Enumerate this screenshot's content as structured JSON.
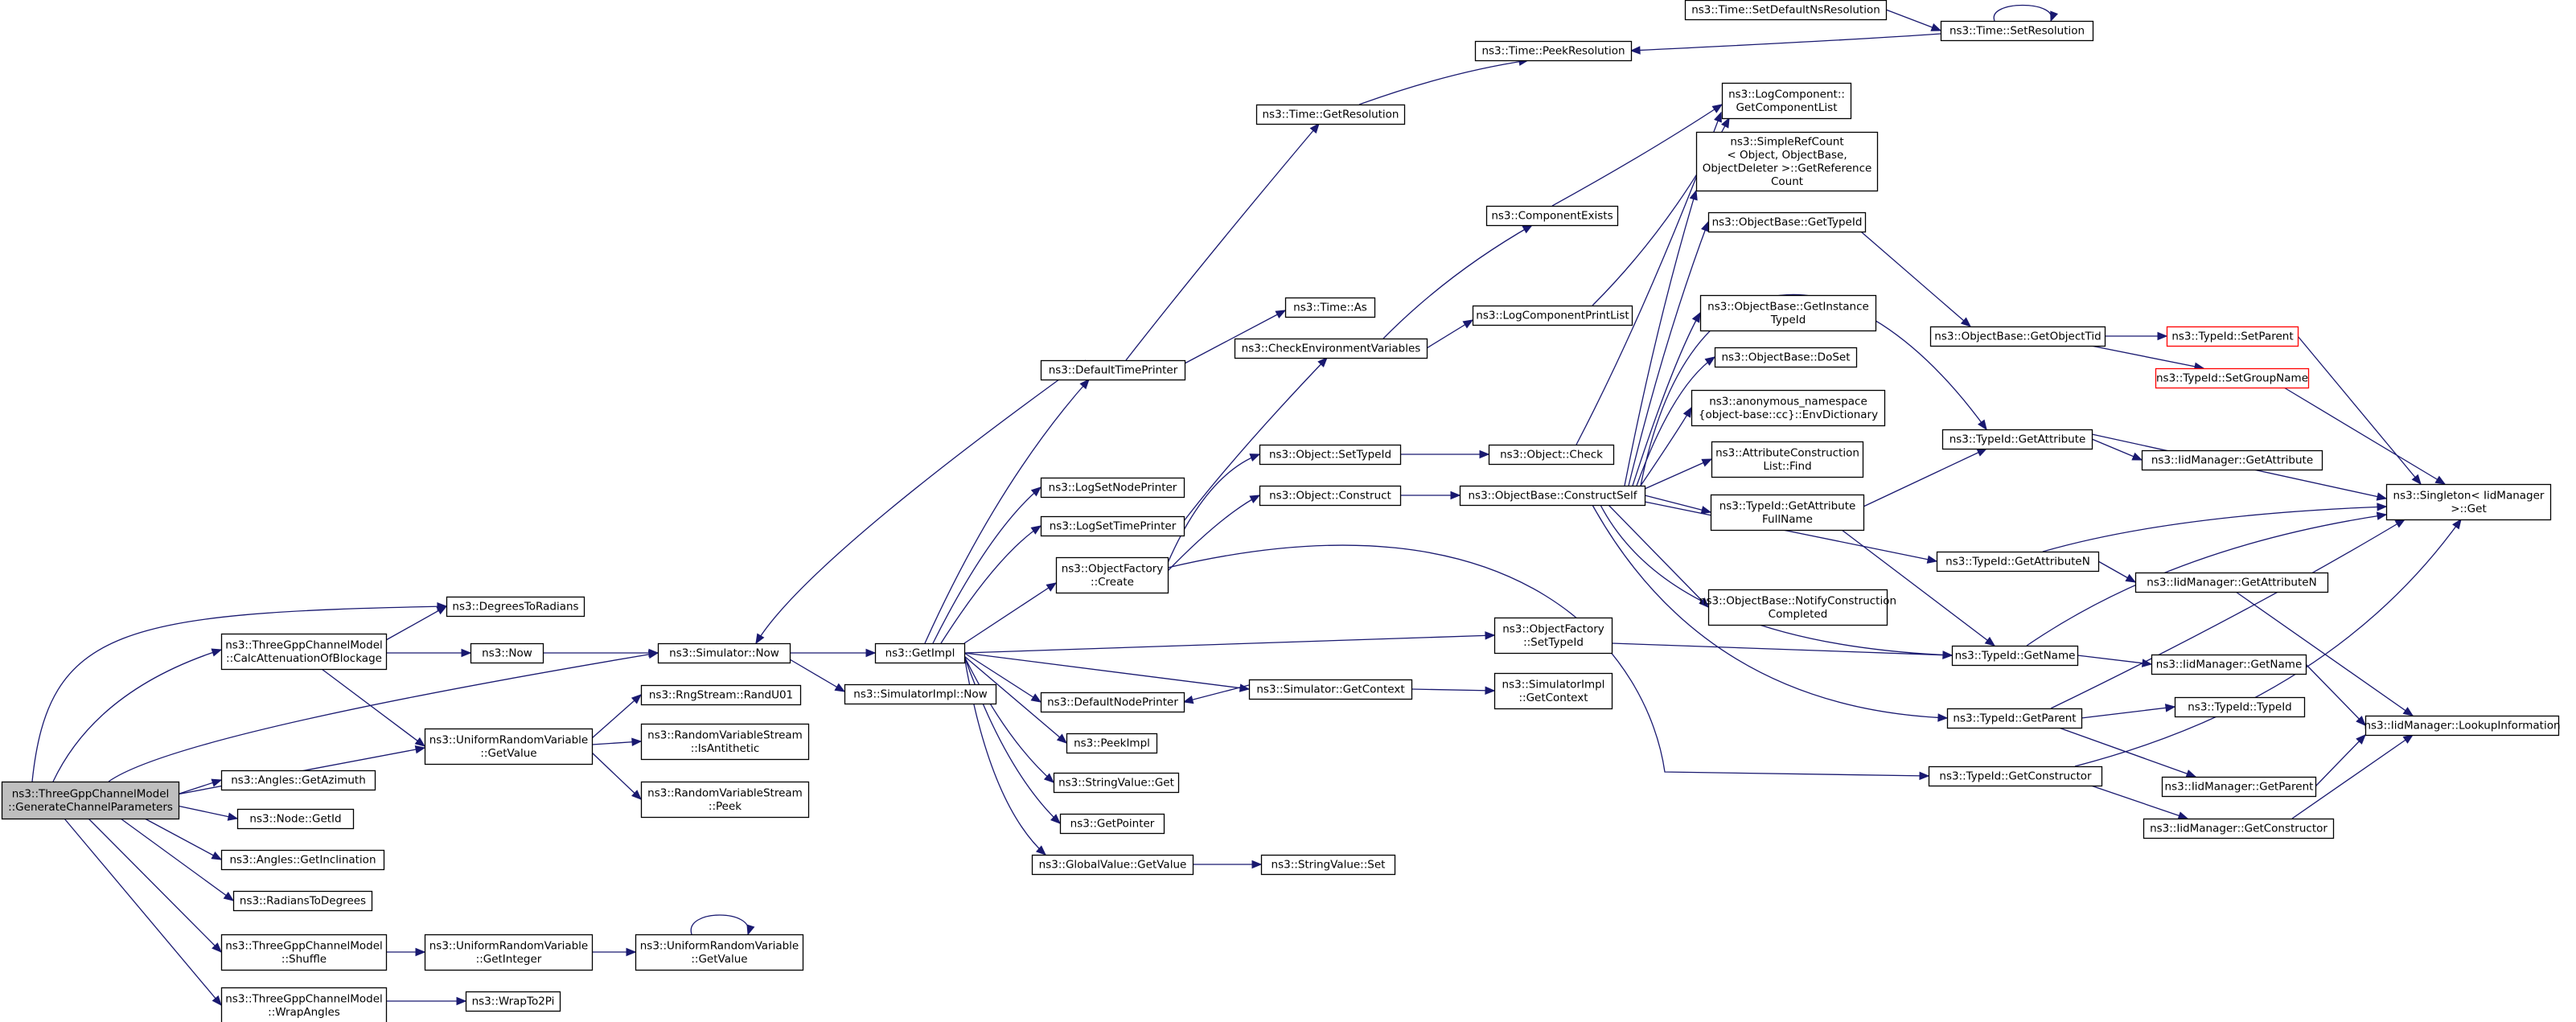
{
  "diagram": {
    "type": "call-graph",
    "colors": {
      "edge": "#191970",
      "root_fill": "#bfbfbf",
      "truncated_border": "#ff0000",
      "node_border": "#000000"
    },
    "nodes": [
      {
        "id": "root",
        "lines": [
          "ns3::ThreeGppChannelModel",
          "::GenerateChannelParameters"
        ],
        "style": "root"
      },
      {
        "id": "calcAtt",
        "lines": [
          "ns3::ThreeGppChannelModel",
          "::CalcAttenuationOfBlockage"
        ]
      },
      {
        "id": "degToRad",
        "lines": [
          "ns3::DegreesToRadians"
        ]
      },
      {
        "id": "now",
        "lines": [
          "ns3::Now"
        ]
      },
      {
        "id": "simNow",
        "lines": [
          "ns3::Simulator::Now"
        ]
      },
      {
        "id": "urvGetValue",
        "lines": [
          "ns3::UniformRandomVariable",
          "::GetValue"
        ]
      },
      {
        "id": "randU01",
        "lines": [
          "ns3::RngStream::RandU01"
        ]
      },
      {
        "id": "isAnti",
        "lines": [
          "ns3::RandomVariableStream",
          "::IsAntithetic"
        ]
      },
      {
        "id": "peek",
        "lines": [
          "ns3::RandomVariableStream",
          "::Peek"
        ]
      },
      {
        "id": "getAzimuth",
        "lines": [
          "ns3::Angles::GetAzimuth"
        ]
      },
      {
        "id": "nodeGetId",
        "lines": [
          "ns3::Node::GetId"
        ]
      },
      {
        "id": "getIncl",
        "lines": [
          "ns3::Angles::GetInclination"
        ]
      },
      {
        "id": "radToDeg",
        "lines": [
          "ns3::RadiansToDegrees"
        ]
      },
      {
        "id": "shuffle",
        "lines": [
          "ns3::ThreeGppChannelModel",
          "::Shuffle"
        ]
      },
      {
        "id": "urvGetInt",
        "lines": [
          "ns3::UniformRandomVariable",
          "::GetInteger"
        ]
      },
      {
        "id": "urvGetValue2",
        "lines": [
          "ns3::UniformRandomVariable",
          "::GetValue"
        ]
      },
      {
        "id": "wrapAngles",
        "lines": [
          "ns3::ThreeGppChannelModel",
          "::WrapAngles"
        ]
      },
      {
        "id": "wrapTo2Pi",
        "lines": [
          "ns3::WrapTo2Pi"
        ]
      },
      {
        "id": "getImpl",
        "lines": [
          "ns3::GetImpl"
        ]
      },
      {
        "id": "simImplNow",
        "lines": [
          "ns3::SimulatorImpl::Now"
        ]
      },
      {
        "id": "defTimePrinter",
        "lines": [
          "ns3::DefaultTimePrinter"
        ]
      },
      {
        "id": "logSetNodePrinter",
        "lines": [
          "ns3::LogSetNodePrinter"
        ]
      },
      {
        "id": "logSetTimePrinter",
        "lines": [
          "ns3::LogSetTimePrinter"
        ]
      },
      {
        "id": "objFactCreate",
        "lines": [
          "ns3::ObjectFactory",
          "::Create"
        ]
      },
      {
        "id": "defNodePrinter",
        "lines": [
          "ns3::DefaultNodePrinter"
        ]
      },
      {
        "id": "peekImpl",
        "lines": [
          "ns3::PeekImpl"
        ]
      },
      {
        "id": "strValGet",
        "lines": [
          "ns3::StringValue::Get"
        ]
      },
      {
        "id": "getPointer",
        "lines": [
          "ns3::GetPointer"
        ]
      },
      {
        "id": "globalValGet",
        "lines": [
          "ns3::GlobalValue::GetValue"
        ]
      },
      {
        "id": "strValSet",
        "lines": [
          "ns3::StringValue::Set"
        ]
      },
      {
        "id": "timeGetRes",
        "lines": [
          "ns3::Time::GetResolution"
        ]
      },
      {
        "id": "timePeekRes",
        "lines": [
          "ns3::Time::PeekResolution"
        ]
      },
      {
        "id": "timeSetDefNs",
        "lines": [
          "ns3::Time::SetDefaultNsResolution"
        ]
      },
      {
        "id": "timeSetRes",
        "lines": [
          "ns3::Time::SetResolution"
        ]
      },
      {
        "id": "timeAs",
        "lines": [
          "ns3::Time::As"
        ]
      },
      {
        "id": "checkEnv",
        "lines": [
          "ns3::CheckEnvironmentVariables"
        ]
      },
      {
        "id": "compExists",
        "lines": [
          "ns3::ComponentExists"
        ]
      },
      {
        "id": "logCompPrint",
        "lines": [
          "ns3::LogComponentPrintList"
        ]
      },
      {
        "id": "logCompGetList",
        "lines": [
          "ns3::LogComponent::",
          "GetComponentList"
        ]
      },
      {
        "id": "objSetTypeId",
        "lines": [
          "ns3::Object::SetTypeId"
        ]
      },
      {
        "id": "objCheck",
        "lines": [
          "ns3::Object::Check"
        ]
      },
      {
        "id": "objConstruct",
        "lines": [
          "ns3::Object::Construct"
        ]
      },
      {
        "id": "objBaseCS",
        "lines": [
          "ns3::ObjectBase::ConstructSelf"
        ]
      },
      {
        "id": "objFactSetTypeId",
        "lines": [
          "ns3::ObjectFactory",
          "::SetTypeId"
        ]
      },
      {
        "id": "simGetContext",
        "lines": [
          "ns3::Simulator::GetContext"
        ]
      },
      {
        "id": "simImplGetContext",
        "lines": [
          "ns3::SimulatorImpl",
          "::GetContext"
        ]
      },
      {
        "id": "simpleRefCount",
        "lines": [
          "ns3::SimpleRefCount",
          "< Object, ObjectBase,",
          "ObjectDeleter >::GetReference",
          "Count"
        ]
      },
      {
        "id": "objBaseGetTypeId",
        "lines": [
          "ns3::ObjectBase::GetTypeId"
        ]
      },
      {
        "id": "objBaseGetInst",
        "lines": [
          "ns3::ObjectBase::GetInstance",
          "TypeId"
        ]
      },
      {
        "id": "objBaseDoSet",
        "lines": [
          "ns3::ObjectBase::DoSet"
        ]
      },
      {
        "id": "envDict",
        "lines": [
          "ns3::anonymous_namespace",
          "{object-base::cc}::EnvDictionary"
        ]
      },
      {
        "id": "attrConsFind",
        "lines": [
          "ns3::AttributeConstruction",
          "List::Find"
        ]
      },
      {
        "id": "typeIdGetAttrFull",
        "lines": [
          "ns3::TypeId::GetAttribute",
          "FullName"
        ]
      },
      {
        "id": "notifyCons",
        "lines": [
          "ns3::ObjectBase::NotifyConstruction",
          "Completed"
        ]
      },
      {
        "id": "objBaseGetObjTid",
        "lines": [
          "ns3::ObjectBase::GetObjectTid"
        ]
      },
      {
        "id": "typeIdSetParent",
        "lines": [
          "ns3::TypeId::SetParent"
        ],
        "style": "truncated"
      },
      {
        "id": "typeIdSetGroup",
        "lines": [
          "ns3::TypeId::SetGroupName"
        ],
        "style": "truncated"
      },
      {
        "id": "typeIdGetAttr",
        "lines": [
          "ns3::TypeId::GetAttribute"
        ]
      },
      {
        "id": "iidGetAttr",
        "lines": [
          "ns3::IidManager::GetAttribute"
        ]
      },
      {
        "id": "singletonGet",
        "lines": [
          "ns3::Singleton< IidManager",
          ">::Get"
        ]
      },
      {
        "id": "typeIdGetAttrN",
        "lines": [
          "ns3::TypeId::GetAttributeN"
        ]
      },
      {
        "id": "iidGetAttrN",
        "lines": [
          "ns3::IidManager::GetAttributeN"
        ]
      },
      {
        "id": "typeIdGetName",
        "lines": [
          "ns3::TypeId::GetName"
        ]
      },
      {
        "id": "iidGetName",
        "lines": [
          "ns3::IidManager::GetName"
        ]
      },
      {
        "id": "typeIdGetParent",
        "lines": [
          "ns3::TypeId::GetParent"
        ]
      },
      {
        "id": "typeIdTypeId",
        "lines": [
          "ns3::TypeId::TypeId"
        ]
      },
      {
        "id": "iidLookup",
        "lines": [
          "ns3::IidManager::LookupInformation"
        ]
      },
      {
        "id": "iidGetParent",
        "lines": [
          "ns3::IidManager::GetParent"
        ]
      },
      {
        "id": "typeIdGetCons",
        "lines": [
          "ns3::TypeId::GetConstructor"
        ]
      },
      {
        "id": "iidGetCons",
        "lines": [
          "ns3::IidManager::GetConstructor"
        ]
      }
    ],
    "edges": [
      [
        "root",
        "calcAtt"
      ],
      [
        "root",
        "simNow"
      ],
      [
        "root",
        "urvGetValue"
      ],
      [
        "root",
        "getAzimuth"
      ],
      [
        "root",
        "nodeGetId"
      ],
      [
        "root",
        "getIncl"
      ],
      [
        "root",
        "radToDeg"
      ],
      [
        "root",
        "shuffle"
      ],
      [
        "root",
        "wrapAngles"
      ],
      [
        "root",
        "degToRad"
      ],
      [
        "calcAtt",
        "degToRad"
      ],
      [
        "calcAtt",
        "now"
      ],
      [
        "calcAtt",
        "urvGetValue"
      ],
      [
        "now",
        "simNow"
      ],
      [
        "simNow",
        "getImpl"
      ],
      [
        "simNow",
        "simImplNow"
      ],
      [
        "urvGetValue",
        "randU01"
      ],
      [
        "urvGetValue",
        "isAnti"
      ],
      [
        "urvGetValue",
        "peek"
      ],
      [
        "shuffle",
        "urvGetInt"
      ],
      [
        "urvGetInt",
        "urvGetValue2"
      ],
      [
        "urvGetValue2",
        "urvGetValue2"
      ],
      [
        "wrapAngles",
        "wrapTo2Pi"
      ],
      [
        "getImpl",
        "defTimePrinter"
      ],
      [
        "getImpl",
        "logSetNodePrinter"
      ],
      [
        "getImpl",
        "logSetTimePrinter"
      ],
      [
        "getImpl",
        "objFactCreate"
      ],
      [
        "getImpl",
        "objFactSetTypeId"
      ],
      [
        "getImpl",
        "simGetContext"
      ],
      [
        "getImpl",
        "defNodePrinter"
      ],
      [
        "getImpl",
        "peekImpl"
      ],
      [
        "getImpl",
        "strValGet"
      ],
      [
        "getImpl",
        "getPointer"
      ],
      [
        "getImpl",
        "globalValGet"
      ],
      [
        "globalValGet",
        "strValSet"
      ],
      [
        "defTimePrinter",
        "simNow"
      ],
      [
        "defTimePrinter",
        "timeGetRes"
      ],
      [
        "defTimePrinter",
        "timeAs"
      ],
      [
        "timeGetRes",
        "timePeekRes"
      ],
      [
        "timeSetDefNs",
        "timeSetRes"
      ],
      [
        "timeSetRes",
        "timeSetRes"
      ],
      [
        "timeSetRes",
        "timePeekRes"
      ],
      [
        "logSetTimePrinter",
        "checkEnv"
      ],
      [
        "checkEnv",
        "compExists"
      ],
      [
        "checkEnv",
        "logCompPrint"
      ],
      [
        "compExists",
        "logCompGetList"
      ],
      [
        "logCompPrint",
        "logCompGetList"
      ],
      [
        "objFactCreate",
        "objSetTypeId"
      ],
      [
        "objFactCreate",
        "objConstruct"
      ],
      [
        "objFactCreate",
        "typeIdGetCons"
      ],
      [
        "objSetTypeId",
        "objCheck"
      ],
      [
        "objCheck",
        "logCompGetList"
      ],
      [
        "objConstruct",
        "objBaseCS"
      ],
      [
        "objBaseCS",
        "simpleRefCount"
      ],
      [
        "objBaseCS",
        "objBaseGetTypeId"
      ],
      [
        "objBaseCS",
        "objBaseGetInst"
      ],
      [
        "objBaseCS",
        "objBaseDoSet"
      ],
      [
        "objBaseCS",
        "envDict"
      ],
      [
        "objBaseCS",
        "attrConsFind"
      ],
      [
        "objBaseCS",
        "typeIdGetAttrFull"
      ],
      [
        "objBaseCS",
        "notifyCons"
      ],
      [
        "objBaseCS",
        "typeIdGetAttrN"
      ],
      [
        "objBaseCS",
        "typeIdGetName"
      ],
      [
        "objBaseCS",
        "typeIdGetParent"
      ],
      [
        "objBaseCS",
        "typeIdGetAttr"
      ],
      [
        "objFactSetTypeId",
        "typeIdGetName"
      ],
      [
        "simGetContext",
        "defNodePrinter"
      ],
      [
        "simGetContext",
        "simImplGetContext"
      ],
      [
        "objBaseGetTypeId",
        "objBaseGetObjTid"
      ],
      [
        "objBaseGetObjTid",
        "typeIdSetParent"
      ],
      [
        "objBaseGetObjTid",
        "typeIdSetGroup"
      ],
      [
        "typeIdSetParent",
        "singletonGet"
      ],
      [
        "typeIdSetGroup",
        "singletonGet"
      ],
      [
        "typeIdGetAttr",
        "iidGetAttr"
      ],
      [
        "typeIdGetAttr",
        "singletonGet"
      ],
      [
        "typeIdGetAttrFull",
        "typeIdGetAttr"
      ],
      [
        "typeIdGetAttrFull",
        "typeIdGetName"
      ],
      [
        "typeIdGetAttrN",
        "singletonGet"
      ],
      [
        "typeIdGetAttrN",
        "iidGetAttrN"
      ],
      [
        "iidGetAttrN",
        "iidLookup"
      ],
      [
        "typeIdGetName",
        "singletonGet"
      ],
      [
        "typeIdGetName",
        "iidGetName"
      ],
      [
        "iidGetName",
        "iidLookup"
      ],
      [
        "typeIdGetParent",
        "typeIdTypeId"
      ],
      [
        "typeIdGetParent",
        "iidGetParent"
      ],
      [
        "typeIdGetParent",
        "singletonGet"
      ],
      [
        "iidGetParent",
        "iidLookup"
      ],
      [
        "typeIdGetCons",
        "iidGetCons"
      ],
      [
        "typeIdGetCons",
        "singletonGet"
      ],
      [
        "iidGetCons",
        "iidLookup"
      ]
    ]
  }
}
